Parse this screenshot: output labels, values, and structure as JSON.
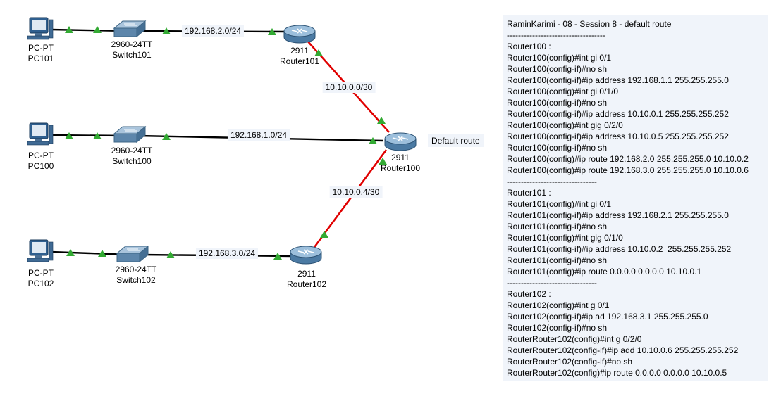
{
  "devices": {
    "pc101": {
      "type": "PC-PT",
      "name": "PC101"
    },
    "pc100": {
      "type": "PC-PT",
      "name": "PC100"
    },
    "pc102": {
      "type": "PC-PT",
      "name": "PC102"
    },
    "switch101": {
      "model": "2960-24TT",
      "name": "Switch101"
    },
    "switch100": {
      "model": "2960-24TT",
      "name": "Switch100"
    },
    "switch102": {
      "model": "2960-24TT",
      "name": "Switch102"
    },
    "router101": {
      "model": "2911",
      "name": "Router101"
    },
    "router100": {
      "model": "2911",
      "name": "Router100"
    },
    "router102": {
      "model": "2911",
      "name": "Router102"
    }
  },
  "networks": {
    "lan101": "192.168.2.0/24",
    "lan100": "192.168.1.0/24",
    "lan102": "192.168.3.0/24",
    "wan_r101_r100": "10.10.0.0/30",
    "wan_r100_r102": "10.10.0.4/30"
  },
  "note": "Default route",
  "colors": {
    "serial_link": "#e00000",
    "ethernet_link": "#000000",
    "link_up": "#33aa33",
    "note_bg": "#f0f4fa"
  },
  "config_lines": [
    "RaminKarimi - 08 - Session 8 - default route",
    "-----------------------------------",
    "Router100 :",
    "Router100(config)#int gi 0/1",
    "Router100(config-if)#no sh",
    "Router100(config-if)#ip address 192.168.1.1 255.255.255.0",
    "Router100(config)#int gi 0/1/0",
    "Router100(config-if)#no sh",
    "Router100(config-if)#ip address 10.10.0.1 255.255.255.252",
    "Router100(config)#int gig 0/2/0",
    "Router100(config-if)#ip address 10.10.0.5 255.255.255.252",
    "Router100(config-if)#no sh",
    "Router100(config)#ip route 192.168.2.0 255.255.255.0 10.10.0.2",
    "Router100(config)#ip route 192.168.3.0 255.255.255.0 10.10.0.6",
    "--------------------------------",
    "Router101 :",
    "Router101(config)#int gi 0/1",
    "Router101(config-if)#ip address 192.168.2.1 255.255.255.0",
    "Router101(config-if)#no sh",
    "Router101(config)#int gig 0/1/0",
    "Router101(config-if)#ip address 10.10.0.2  255.255.255.252",
    "Router101(config-if)#no sh",
    "Router101(config)#ip route 0.0.0.0 0.0.0.0 10.10.0.1",
    "--------------------------------",
    "Router102 :",
    "Router102(config)#int g 0/1",
    "Router102(config-if)#ip ad 192.168.3.1 255.255.255.0",
    "Router102(config-if)#no sh",
    "RouterRouter102(config)#int g 0/2/0",
    "RouterRouter102(config-if)#ip add 10.10.0.6 255.255.255.252",
    "RouterRouter102(config-if)#no sh",
    "RouterRouter102(config)#ip route 0.0.0.0 0.0.0.0 10.10.0.5"
  ]
}
